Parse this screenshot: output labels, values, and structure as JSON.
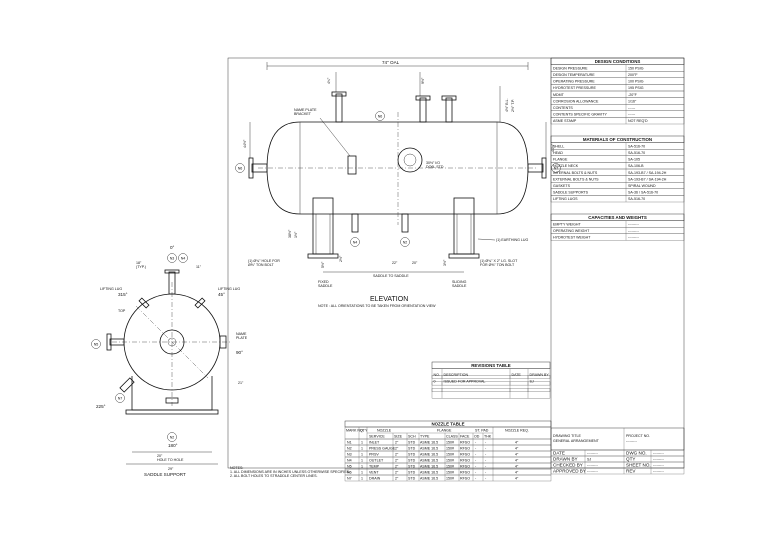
{
  "elevation": {
    "title": "ELEVATION",
    "note": "NOTE : ALL ORIENTATIONS TO BE TAKEN FROM ORIENTATION VIEW",
    "overall_length": "74\" OAL",
    "name_plate": "NAME PLATE\nBRACKET",
    "bolt_circle": "30½\" I/O\nDO6L STD",
    "dims_top": [
      "4¾\"",
      "9½\"",
      "4½\" B.L.",
      "2½\" T.P."
    ],
    "dims_side": [
      "44½\"",
      "44½\"",
      "1½\"",
      "38½\"",
      "5½\"",
      "2½\"",
      "22\"",
      "20\"",
      "3½\"",
      "9½\""
    ],
    "nozzles": [
      "N1",
      "N2",
      "N3",
      "N4",
      "N5",
      "N6",
      "N7"
    ],
    "earthing": "(1) EARTHING LUG",
    "left_hole": "(1) Ø¾\" HOLE FOR\nØ⅝\" TON BOLT",
    "right_slot": "(1) Ø¾\" X 2\" LG. SLOT\nFOR Ø⅝\" TON BOLT",
    "saddle_to_saddle": "SADDLE TO SADDLE",
    "fixed_saddle": "FIXED\nSADDLE",
    "sliding_saddle": "SLIDING\nSADDLE"
  },
  "end_view": {
    "angle_0": "0°",
    "angle_45": "45°",
    "angle_90": "90°",
    "angle_180": "180°",
    "angle_225": "225°",
    "angle_315": "315°",
    "lifting_lug_left": "LIFTING LUG",
    "lifting_lug_right": "LIFTING LUG",
    "top_label": "TOP",
    "name_plate": "NAME\nPLATE",
    "dim_18": "18\"\n(TYP.)",
    "dim_11": "11\"",
    "dim_21": "21\"",
    "dim_20": "20\"\nHOLE TO HOLE",
    "dim_29": "29\"",
    "saddle_support": "SADDLE SUPPORT",
    "nozzles": [
      "N3",
      "N4",
      "N5",
      "N6",
      "N7",
      "N2"
    ]
  },
  "notes": {
    "heading": "NOTES:",
    "lines": [
      "1. ALL DIMENSIONS ARE IN INCHES UNLESS OTHERWISE SPECIFIED.",
      "2. ALL BOLT HOLES TO STRADDLE CENTER LINES."
    ]
  },
  "design_conditions": {
    "title": "DESIGN CONDITIONS",
    "rows": [
      [
        "DESIGN PRESSURE",
        "150 PSIG"
      ],
      [
        "DESIGN TEMPERATURE",
        "200°F"
      ],
      [
        "OPERATING PRESSURE",
        "100 PSIG"
      ],
      [
        "HYDROTEST PRESSURE",
        "195 PSIG"
      ],
      [
        "MDMT",
        "-20°F"
      ],
      [
        "CORROSION ALLOWANCE",
        "1/16\""
      ],
      [
        "CONTENTS",
        "------"
      ],
      [
        "CONTENTS SPECIFIC GRAVITY",
        "------"
      ],
      [
        "ASME STAMP",
        "NOT REQ'D"
      ]
    ]
  },
  "materials": {
    "title": "MATERIALS OF CONSTRUCTION",
    "rows": [
      [
        "SHELL",
        "SA-516-70"
      ],
      [
        "HEAD",
        "SA-516-70"
      ],
      [
        "FLANGE",
        "SA-105"
      ],
      [
        "NOZZLE NECK",
        "SA-106-B"
      ],
      [
        "INTERNAL BOLTS & NUTS",
        "SA-193-B7 / SA-194-2H"
      ],
      [
        "EXTERNAL BOLTS & NUTS",
        "SA-193-B7 / SA-194-2H"
      ],
      [
        "GASKETS",
        "SPIRAL WOUND"
      ],
      [
        "SADDLE SUPPORTS",
        "SA-36 / SA-516-70"
      ],
      [
        "LIFTING LUGS",
        "SA-516-70"
      ]
    ]
  },
  "capacities": {
    "title": "CAPACITIES AND WEIGHTS",
    "rows": [
      [
        "EMPTY WEIGHT",
        "---------"
      ],
      [
        "OPERATING WEIGHT",
        "---------"
      ],
      [
        "HYDROTEST WEIGHT",
        "---------"
      ]
    ]
  },
  "revisions": {
    "title": "REVISIONS TABLE",
    "headers": [
      "NO.",
      "DESCRIPTION",
      "DATE",
      "DRAWN BY"
    ],
    "rows": [
      [
        "0",
        "ISSUED FOR APPROVAL",
        "",
        "SJ"
      ]
    ]
  },
  "nozzle_table": {
    "title": "NOZZLE TABLE",
    "group_headers": [
      "MARK NO.",
      "QTY",
      "NOZZLE",
      "FLANGE",
      "ST. PAD",
      "NOZZLE REQ."
    ],
    "sub_headers": [
      "SERVICE",
      "SIZE",
      "SCH",
      "TYPE",
      "CLASS",
      "FACE",
      "OD",
      "THK"
    ],
    "rows": [
      [
        "N1",
        "1",
        "INLET",
        "2\"",
        "STD",
        "ASME 16.5",
        "150#",
        "RFSO",
        "-",
        "-",
        "4\""
      ],
      [
        "N2",
        "1",
        "PRESS GAUGE",
        "2\"",
        "STD",
        "ASME 16.5",
        "150#",
        "RFSO",
        "-",
        "-",
        "4\""
      ],
      [
        "N3",
        "1",
        "PRSV",
        "2\"",
        "STD",
        "ASME 16.5",
        "150#",
        "RFSO",
        "-",
        "-",
        "4\""
      ],
      [
        "N4",
        "1",
        "OUTLET",
        "2\"",
        "STD",
        "ASME 16.5",
        "150#",
        "RFSO",
        "-",
        "-",
        "4\""
      ],
      [
        "N5",
        "1",
        "TEMP",
        "2\"",
        "STD",
        "ASME 16.5",
        "150#",
        "RFSO",
        "-",
        "-",
        "4\""
      ],
      [
        "N6",
        "1",
        "VENT",
        "2\"",
        "STD",
        "ASME 16.5",
        "150#",
        "RFSO",
        "-",
        "-",
        "4\""
      ],
      [
        "N7",
        "1",
        "DRAIN",
        "2\"",
        "STD",
        "ASME 16.5",
        "150#",
        "RFSO",
        "-",
        "-",
        "4\""
      ]
    ]
  },
  "title_block": {
    "drawing_title_label": "DRAWING TITLE",
    "drawing_title": "GENERAL ARRANGEMENT",
    "project_no_label": "PROJECT NO.",
    "project_no": "---------",
    "date_label": "DATE",
    "date_value": "---------",
    "dwg_no_label": "DWG NO.",
    "dwg_no": "---------",
    "drawn_label": "DRAWN BY",
    "drawn_value": "SJ",
    "qty_label": "QTY",
    "qty": "---------",
    "checked_label": "CHECKED BY",
    "checked_value": "---------",
    "sheet_label": "SHEET NO.",
    "sheet": "---------",
    "approved_label": "APPROVED BY",
    "approved_value": "---------",
    "rev_label": "REV",
    "rev": "---------"
  }
}
